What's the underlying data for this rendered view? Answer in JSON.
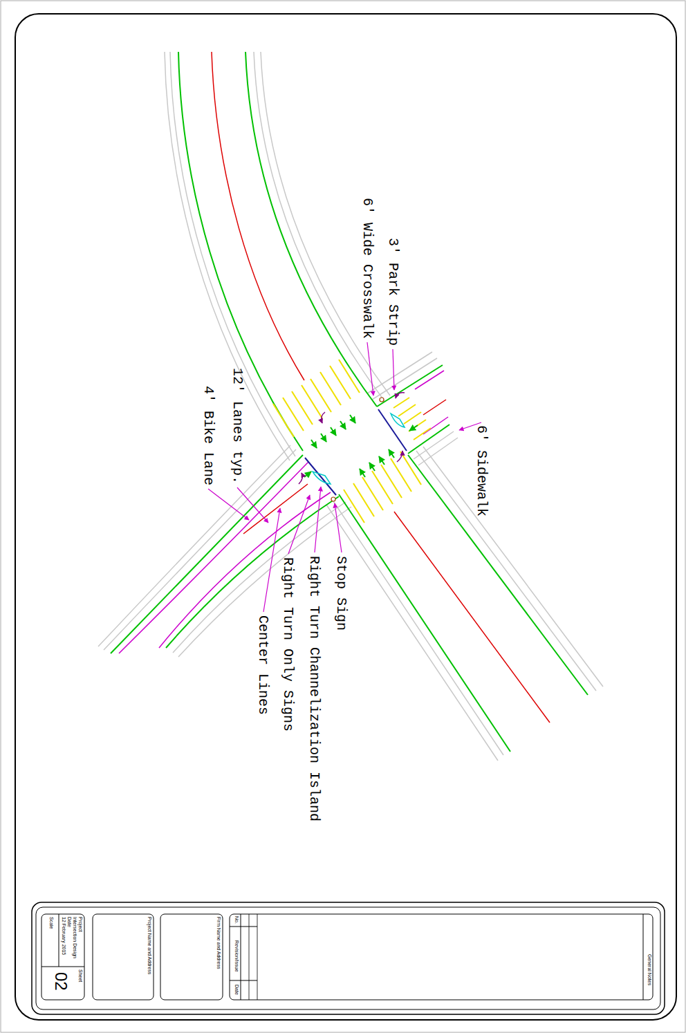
{
  "diagram": {
    "labels": [
      "3' Park Strip",
      "6' Wide Crosswalk",
      "6' Sidewalk",
      "12' Lanes typ.",
      "4' Bike Lane",
      "Stop Sign",
      "Right Turn Channelization Island",
      "Right Turn Only Signs",
      "Center Lines",
      "General Notes",
      "No.",
      "Revision/Issue",
      "Date",
      "Firm Name and Address",
      "Project Name and Address",
      "Project",
      "Intersection Design",
      "Sheet",
      "Date",
      "12 February 2015",
      "Scale",
      "02"
    ]
  }
}
